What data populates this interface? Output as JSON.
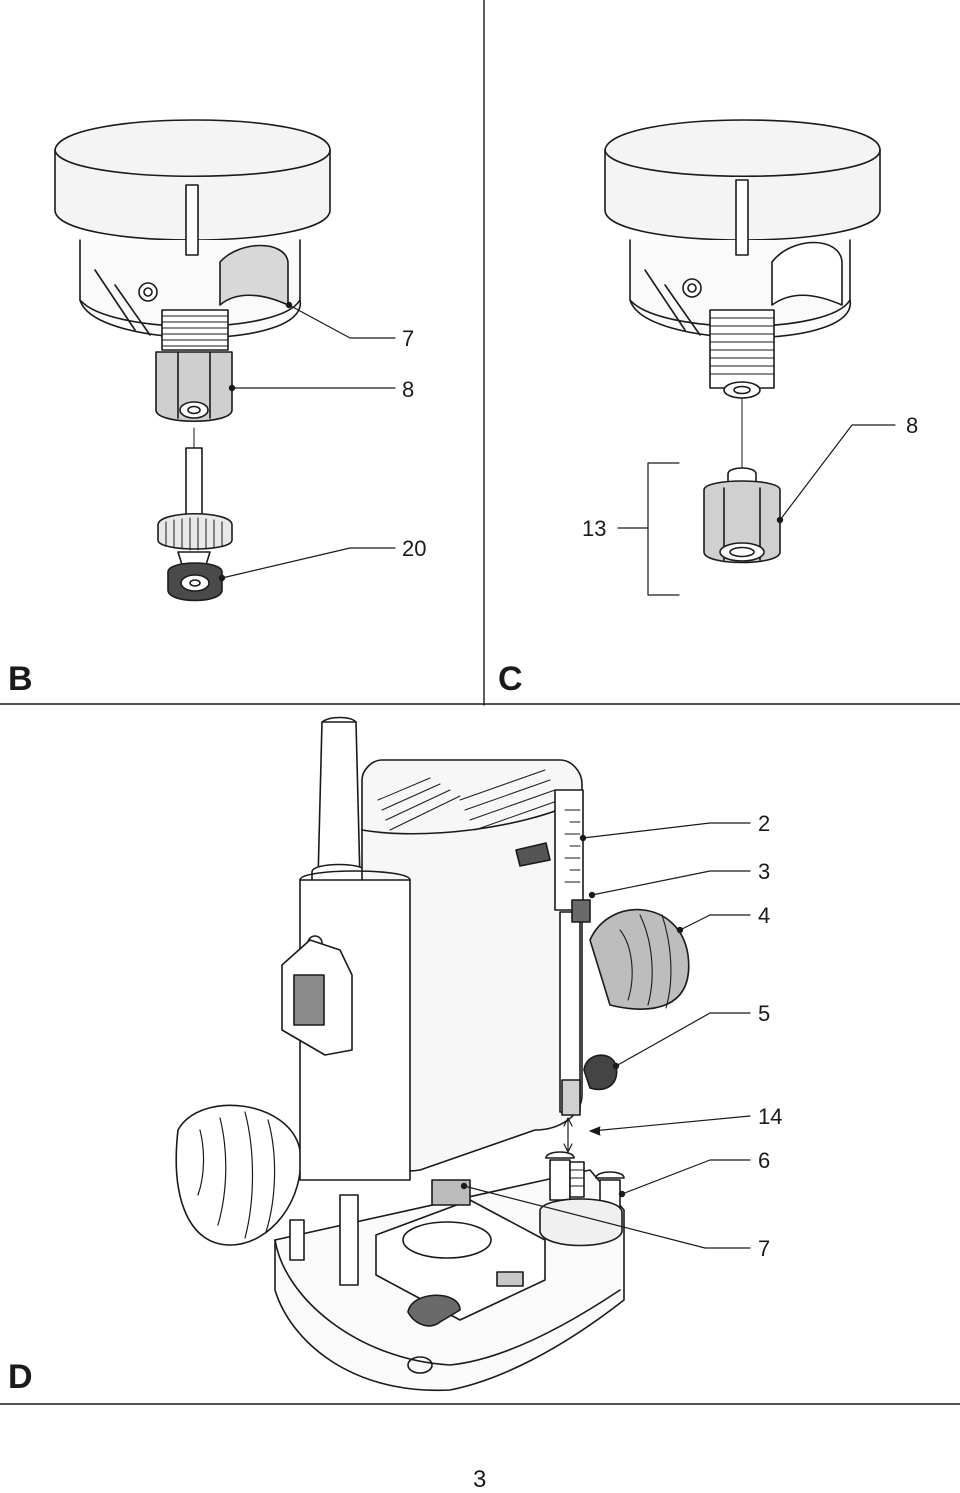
{
  "panels": {
    "b": {
      "letter": "B",
      "callouts": [
        "7",
        "8",
        "20"
      ]
    },
    "c": {
      "letter": "C",
      "callouts": [
        "8",
        "13"
      ]
    },
    "d": {
      "letter": "D",
      "callouts": [
        "2",
        "3",
        "4",
        "5",
        "14",
        "6",
        "7"
      ]
    }
  },
  "page_number": "3"
}
